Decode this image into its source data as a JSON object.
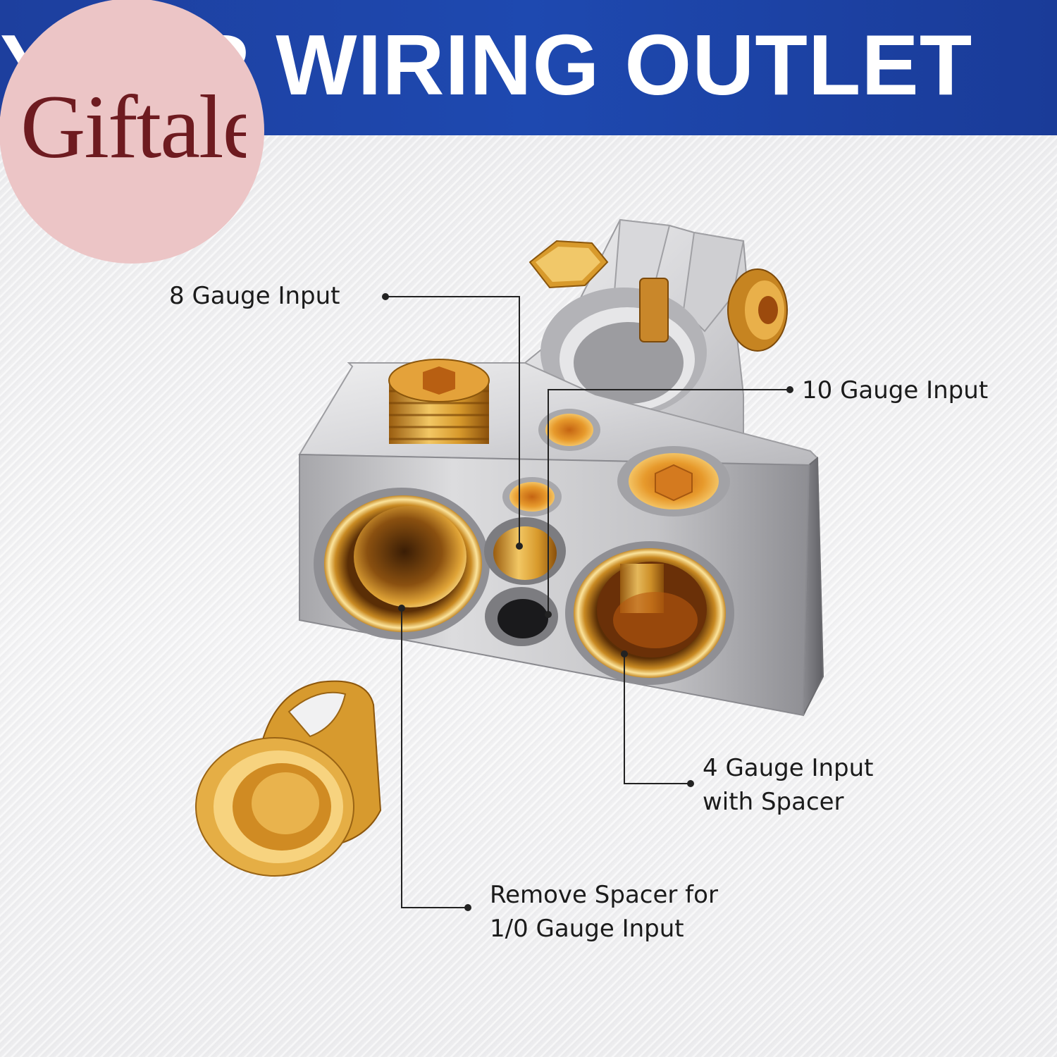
{
  "banner": {
    "title": "YOUR WIRING OUTLET"
  },
  "logo": {
    "text": "Giftale"
  },
  "callouts": {
    "gauge8": "8  Gauge Input",
    "gauge10": "10  Gauge Input",
    "gauge4_line1": "4 Gauge Input",
    "gauge4_line2": "with Spacer",
    "remove_line1": "Remove Spacer for",
    "remove_line2": "1/0 Gauge Input"
  },
  "colors": {
    "banner_blue": "#1e49b0",
    "logo_pink": "#ecc5c6",
    "logo_text": "#6e1b20",
    "gold": "#d99a2b",
    "silver": "#c9c9cc"
  }
}
